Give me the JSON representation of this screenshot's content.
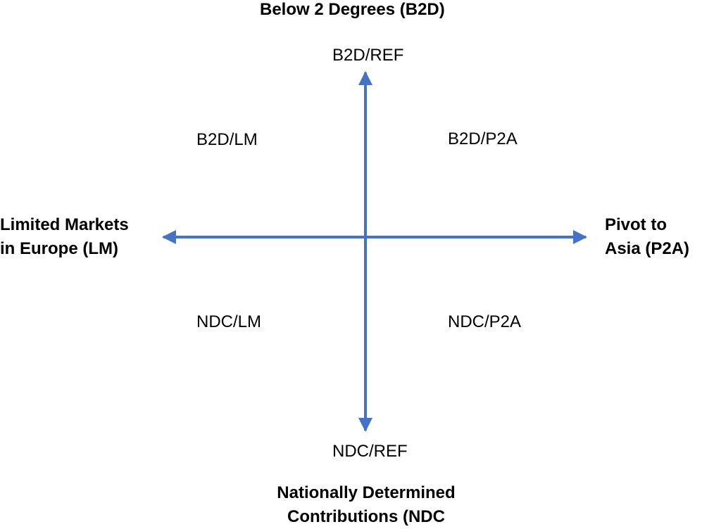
{
  "axes": {
    "top": "Below 2 Degrees (B2D)",
    "bottom": [
      "Nationally Determined",
      "Contributions (NDC"
    ],
    "left": [
      "Limited Markets",
      "in Europe (LM)"
    ],
    "right": [
      "Pivot to",
      "Asia (P2A)"
    ]
  },
  "endpoints": {
    "top": "B2D/REF",
    "bottom": "NDC/REF"
  },
  "quadrants": {
    "top_left": "B2D/LM",
    "top_right": "B2D/P2A",
    "bottom_left": "NDC/LM",
    "bottom_right": "NDC/P2A"
  },
  "colors": {
    "arrow": "#4472C4",
    "text": "#000000"
  }
}
